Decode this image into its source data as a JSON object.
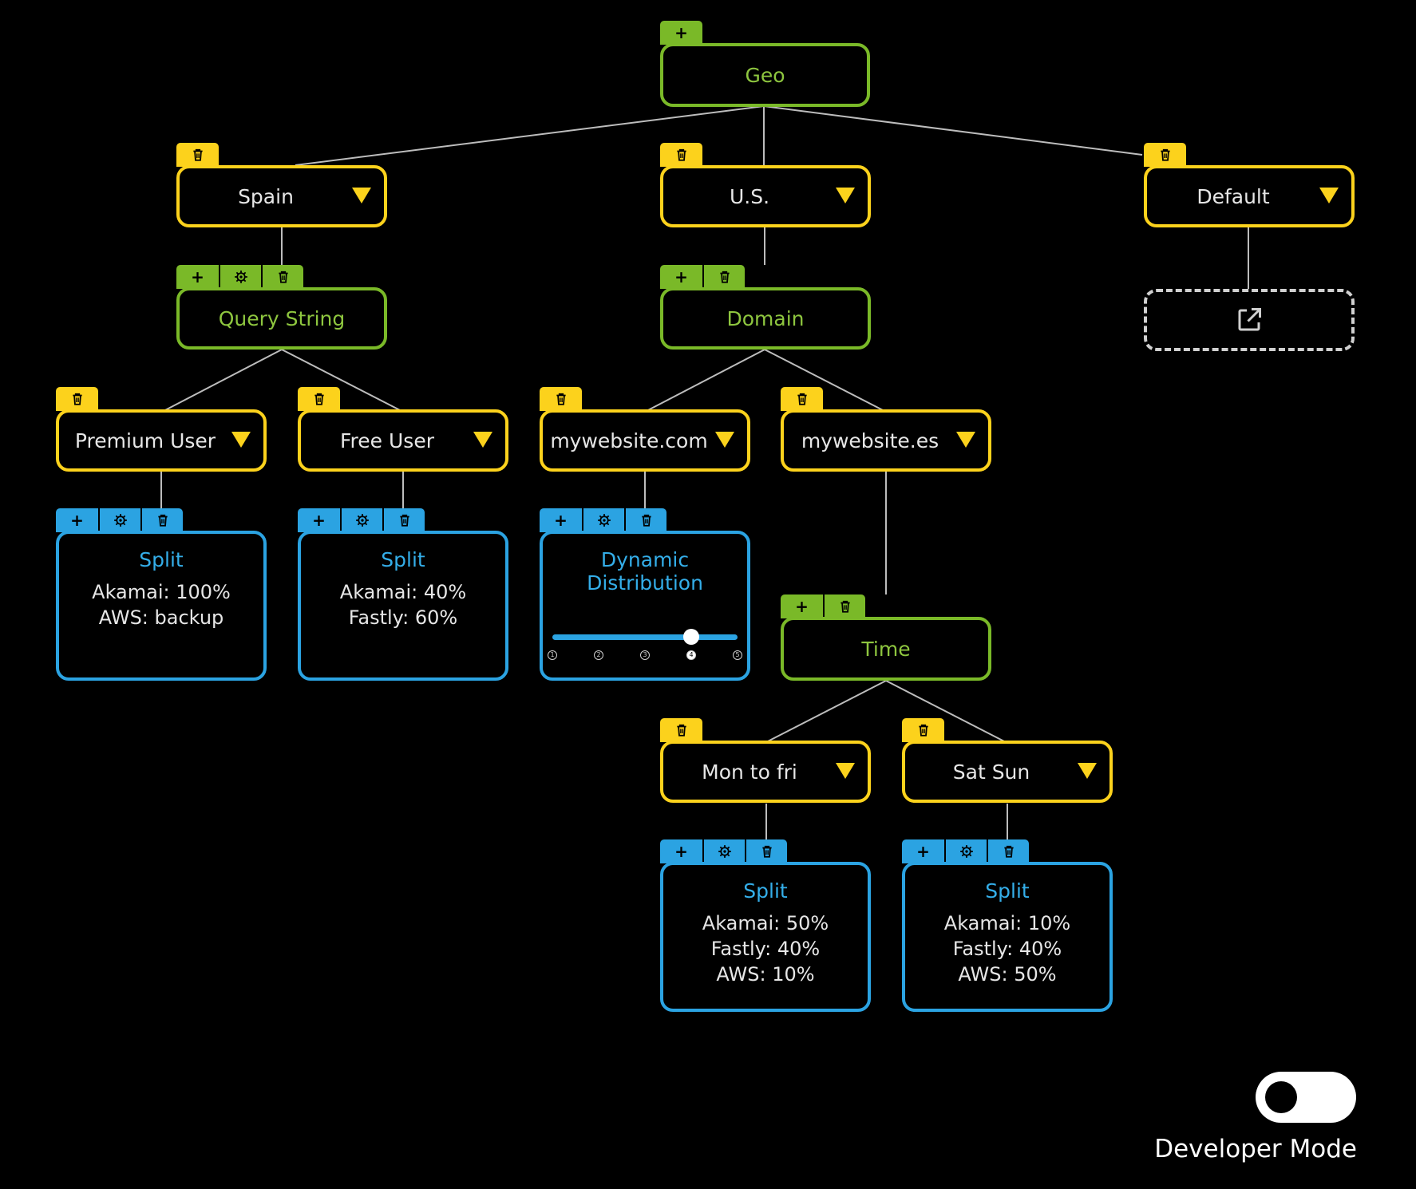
{
  "geo": {
    "label": "Geo"
  },
  "spain": {
    "label": "Spain"
  },
  "us": {
    "label": "U.S."
  },
  "default_node": {
    "label": "Default"
  },
  "query_string": {
    "label": "Query String"
  },
  "domain": {
    "label": "Domain"
  },
  "premium_user": {
    "label": "Premium User"
  },
  "free_user": {
    "label": "Free User"
  },
  "mywebsite_com": {
    "label": "mywebsite.com"
  },
  "mywebsite_es": {
    "label": "mywebsite.es"
  },
  "split_premium": {
    "title": "Split",
    "lines": [
      "Akamai: 100%",
      "AWS: backup"
    ]
  },
  "split_free": {
    "title": "Split",
    "lines": [
      "Akamai: 40%",
      "Fastly: 60%"
    ]
  },
  "dynamic_distribution": {
    "title": "Dynamic Distribution",
    "slider_value": 4,
    "slider_steps": [
      "1",
      "2",
      "3",
      "4",
      "5"
    ]
  },
  "time": {
    "label": "Time"
  },
  "mon_to_fri": {
    "label": "Mon to fri"
  },
  "sat_sun": {
    "label": "Sat Sun"
  },
  "split_weekday": {
    "title": "Split",
    "lines": [
      "Akamai: 50%",
      "Fastly: 40%",
      "AWS: 10%"
    ]
  },
  "split_weekend": {
    "title": "Split",
    "lines": [
      "Akamai: 10%",
      "Fastly: 40%",
      "AWS: 50%"
    ]
  },
  "developer_mode": {
    "label": "Developer Mode",
    "enabled": false
  },
  "icons": {
    "add": "plus-icon",
    "settings": "gear-icon",
    "delete": "trash-icon",
    "expand": "caret-down-icon",
    "open": "external-link-icon"
  },
  "colors": {
    "rule": "#7ab928",
    "condition": "#fcd21c",
    "action": "#2ba3e2",
    "background": "#000000"
  }
}
